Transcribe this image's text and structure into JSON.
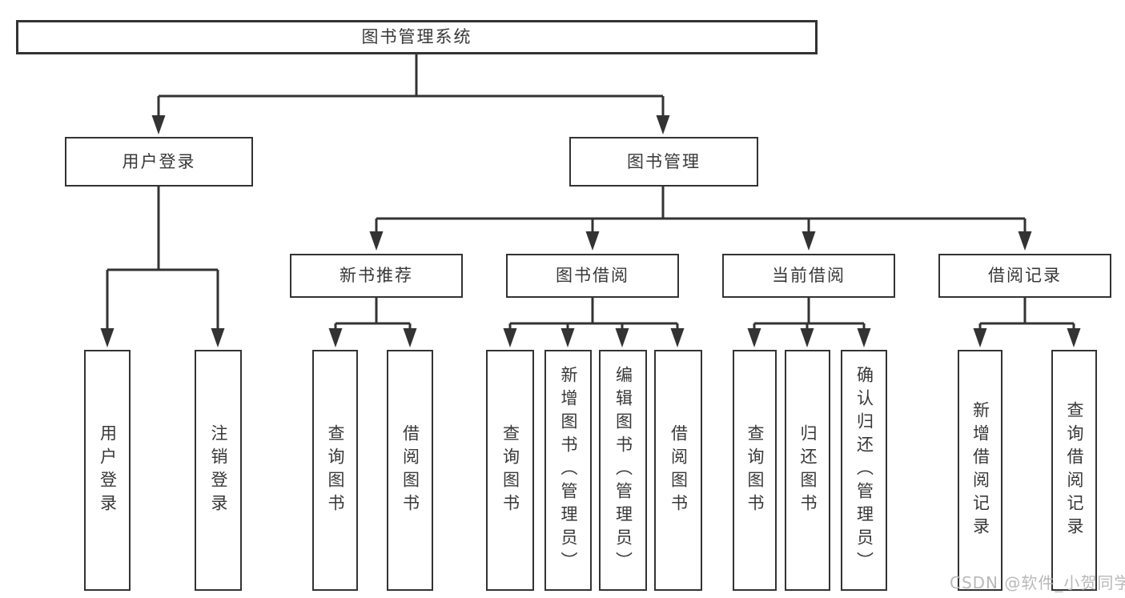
{
  "tree": {
    "label": "图书管理系统",
    "children": [
      {
        "label": "用户登录",
        "children": [
          {
            "label": "用户登录"
          },
          {
            "label": "注销登录"
          }
        ]
      },
      {
        "label": "图书管理",
        "children": [
          {
            "label": "新书推荐",
            "children": [
              {
                "label": "查询图书"
              },
              {
                "label": "借阅图书"
              }
            ]
          },
          {
            "label": "图书借阅",
            "children": [
              {
                "label": "查询图书"
              },
              {
                "label": "新增图书（管理员）"
              },
              {
                "label": "编辑图书（管理员）"
              },
              {
                "label": "借阅图书"
              }
            ]
          },
          {
            "label": "当前借阅",
            "children": [
              {
                "label": "查询图书"
              },
              {
                "label": "归还图书"
              },
              {
                "label": "确认归还（管理员）"
              }
            ]
          },
          {
            "label": "借阅记录",
            "children": [
              {
                "label": "新增借阅记录"
              },
              {
                "label": "查询借阅记录"
              }
            ]
          }
        ]
      }
    ]
  },
  "watermark": {
    "text": "CSDN @软件_小贺同学",
    "color": "#b9b9b9"
  },
  "colors": {
    "line": "#333333",
    "box_border": "#333333",
    "text": "#383838",
    "background": "#ffffff"
  }
}
